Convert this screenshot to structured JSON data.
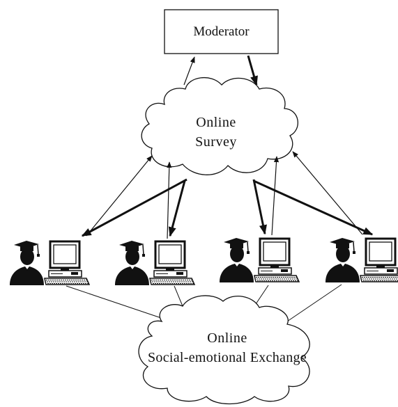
{
  "diagram": {
    "moderator_label": "Moderator",
    "survey_label_line1": "Online",
    "survey_label_line2": "Survey",
    "exchange_label_line1": "Online",
    "exchange_label_line2": "Social-emotional Exchange"
  },
  "colors": {
    "stroke": "#111111",
    "background": "#ffffff"
  },
  "icons": [
    "graduate-at-computer-icon"
  ]
}
